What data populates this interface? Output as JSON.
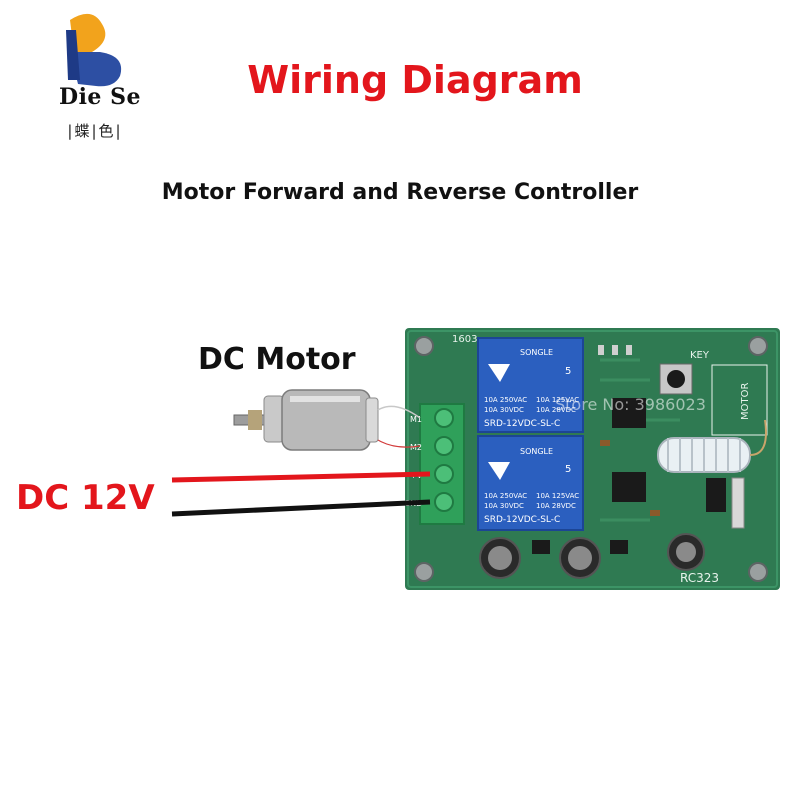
{
  "brand": {
    "name": "Die Se",
    "chinese": "|蝶|色|"
  },
  "title": "Wiring Diagram",
  "subtitle": "Motor Forward and Reverse Controller",
  "labels": {
    "motor": "DC Motor",
    "power": "DC 12V"
  },
  "board": {
    "model_top": "1603",
    "model_bottom": "RC323",
    "key_label": "KEY",
    "motor_silk": "MOTOR",
    "terminals": [
      "M1",
      "M2",
      "+V",
      "GND"
    ],
    "relay_brand": "SONGLE",
    "relay_model": "SRD-12VDC-SL-C",
    "relay_rating_left": "10A 250VAC",
    "relay_rating_left2": "10A 30VDC",
    "relay_rating_right": "10A 125VAC",
    "relay_rating_right2": "10A 28VDC",
    "relay_pin": "5"
  },
  "watermark": "Store No: 3986023",
  "colors": {
    "title": "#e3161c",
    "pcb": "#2f7a52",
    "relay": "#2b5fbf",
    "terminal": "#2fa05a",
    "wire_positive": "#e3161c",
    "wire_ground": "#111111"
  }
}
